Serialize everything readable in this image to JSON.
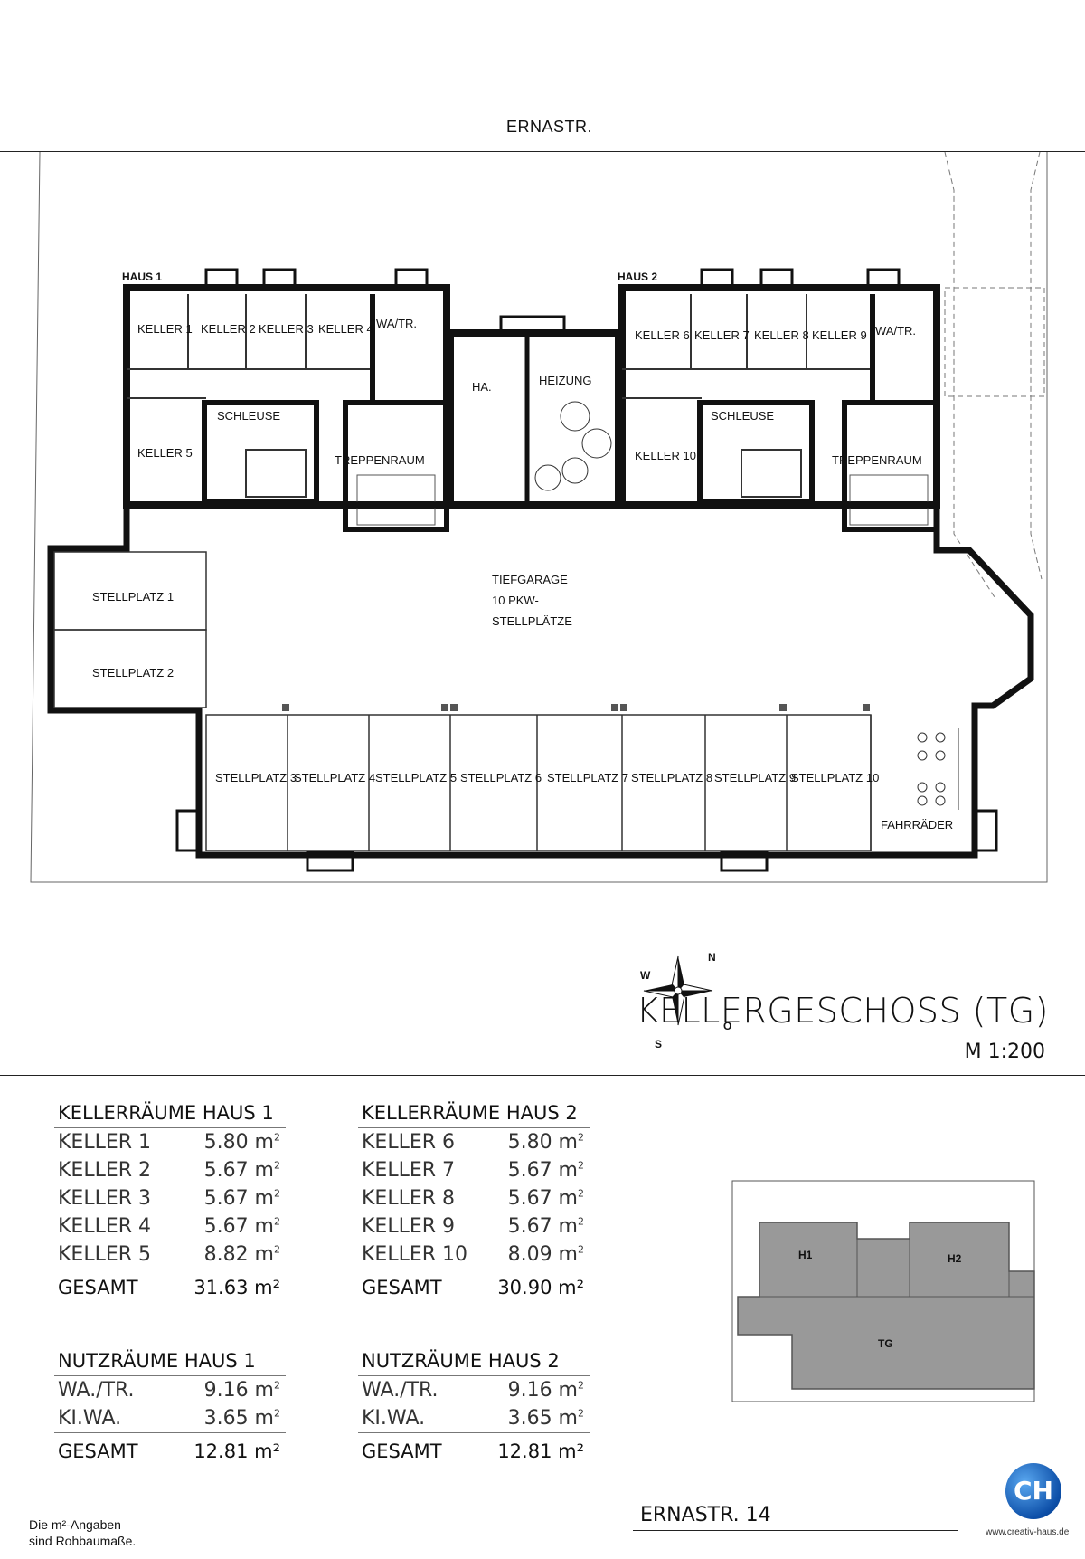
{
  "street_top": "ERNASTR.",
  "plan": {
    "haus1": "HAUS 1",
    "haus2": "HAUS 2",
    "rooms": {
      "keller1": "KELLER 1",
      "keller2": "KELLER 2",
      "keller3": "KELLER 3",
      "keller4": "KELLER 4",
      "keller5": "KELLER 5",
      "keller6": "KELLER 6",
      "keller7": "KELLER 7",
      "keller8": "KELLER 8",
      "keller9": "KELLER 9",
      "keller10": "KELLER 10",
      "watr1": "WA/TR.",
      "watr2": "WA/TR.",
      "schleuse1": "SCHLEUSE",
      "schleuse2": "SCHLEUSE",
      "treppen1": "TREPPENRAUM",
      "treppen2": "TREPPENRAUM",
      "ha": "HA.",
      "heizung": "HEIZUNG",
      "tg1": "TIEFGARAGE",
      "tg2": "10 PKW-",
      "tg3": "STELLPLÄTZE",
      "sp1": "STELLPLATZ 1",
      "sp2": "STELLPLATZ 2",
      "sp3": "STELLPLATZ 3",
      "sp4": "STELLPLATZ 4",
      "sp5": "STELLPLATZ 5",
      "sp6": "STELLPLATZ 6",
      "sp7": "STELLPLATZ 7",
      "sp8": "STELLPLATZ 8",
      "sp9": "STELLPLATZ 9",
      "sp10": "STELLPLATZ 10",
      "fahrraeder": "FAHRRÄDER"
    },
    "compass": {
      "n": "N",
      "w": "W",
      "o": "O",
      "s": "S"
    }
  },
  "title": "KELLERGESCHOSS (TG)",
  "scale": "M 1:200",
  "areas": {
    "keller_h1": {
      "heading": "KELLERRÄUME HAUS 1",
      "rows": [
        {
          "name": "KELLER  1",
          "value": "5.80"
        },
        {
          "name": "KELLER  2",
          "value": "5.67"
        },
        {
          "name": "KELLER  3",
          "value": "5.67"
        },
        {
          "name": "KELLER  4",
          "value": "5.67"
        },
        {
          "name": "KELLER  5",
          "value": "8.82"
        }
      ],
      "total_label": "GESAMT",
      "total": "31.63"
    },
    "keller_h2": {
      "heading": "KELLERRÄUME HAUS 2",
      "rows": [
        {
          "name": "KELLER  6",
          "value": "5.80"
        },
        {
          "name": "KELLER  7",
          "value": "5.67"
        },
        {
          "name": "KELLER  8",
          "value": "5.67"
        },
        {
          "name": "KELLER  9",
          "value": "5.67"
        },
        {
          "name": "KELLER  10",
          "value": "8.09"
        }
      ],
      "total_label": "GESAMT",
      "total": "30.90"
    },
    "nutz_h1": {
      "heading": "NUTZRÄUME HAUS 1",
      "rows": [
        {
          "name": "WA./TR.",
          "value": "9.16"
        },
        {
          "name": "KI.WA.",
          "value": "3.65"
        }
      ],
      "total_label": "GESAMT",
      "total": "12.81"
    },
    "nutz_h2": {
      "heading": "NUTZRÄUME HAUS 2",
      "rows": [
        {
          "name": "WA./TR.",
          "value": "9.16"
        },
        {
          "name": "KI.WA.",
          "value": "3.65"
        }
      ],
      "total_label": "GESAMT",
      "total": "12.81"
    },
    "unit": "m",
    "unit_sup": "2"
  },
  "keyplan": {
    "h1": "H1",
    "h2": "H2",
    "tg": "TG"
  },
  "address": "ERNASTR. 14",
  "note_line1": "Die m²-Angaben",
  "note_line2": "sind Rohbaumaße.",
  "logo_text": "CH",
  "logo_url": "www.creativ-haus.de"
}
